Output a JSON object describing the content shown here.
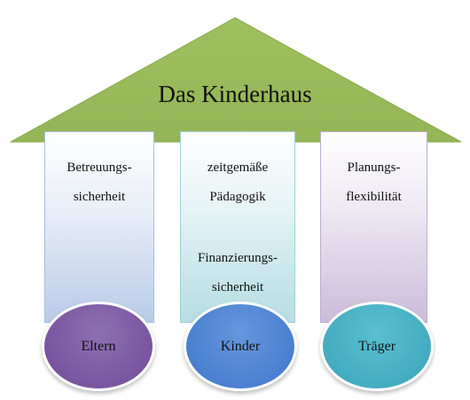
{
  "diagram": {
    "title": "Das Kinderhaus",
    "roof_color": "#9bbb59",
    "pillars": [
      {
        "texts": [
          "Betreuungs-\nsicherheit"
        ],
        "oval_label": "Eltern",
        "oval_color": "#7a56a0"
      },
      {
        "texts": [
          "zeitgemäße\nPädagogik",
          "Finanzierungs-\nsicherheit"
        ],
        "oval_label": "Kinder",
        "oval_color": "#4a80d0"
      },
      {
        "texts": [
          "Planungs-\nflexibilität"
        ],
        "oval_label": "Träger",
        "oval_color": "#44acc1"
      }
    ]
  }
}
